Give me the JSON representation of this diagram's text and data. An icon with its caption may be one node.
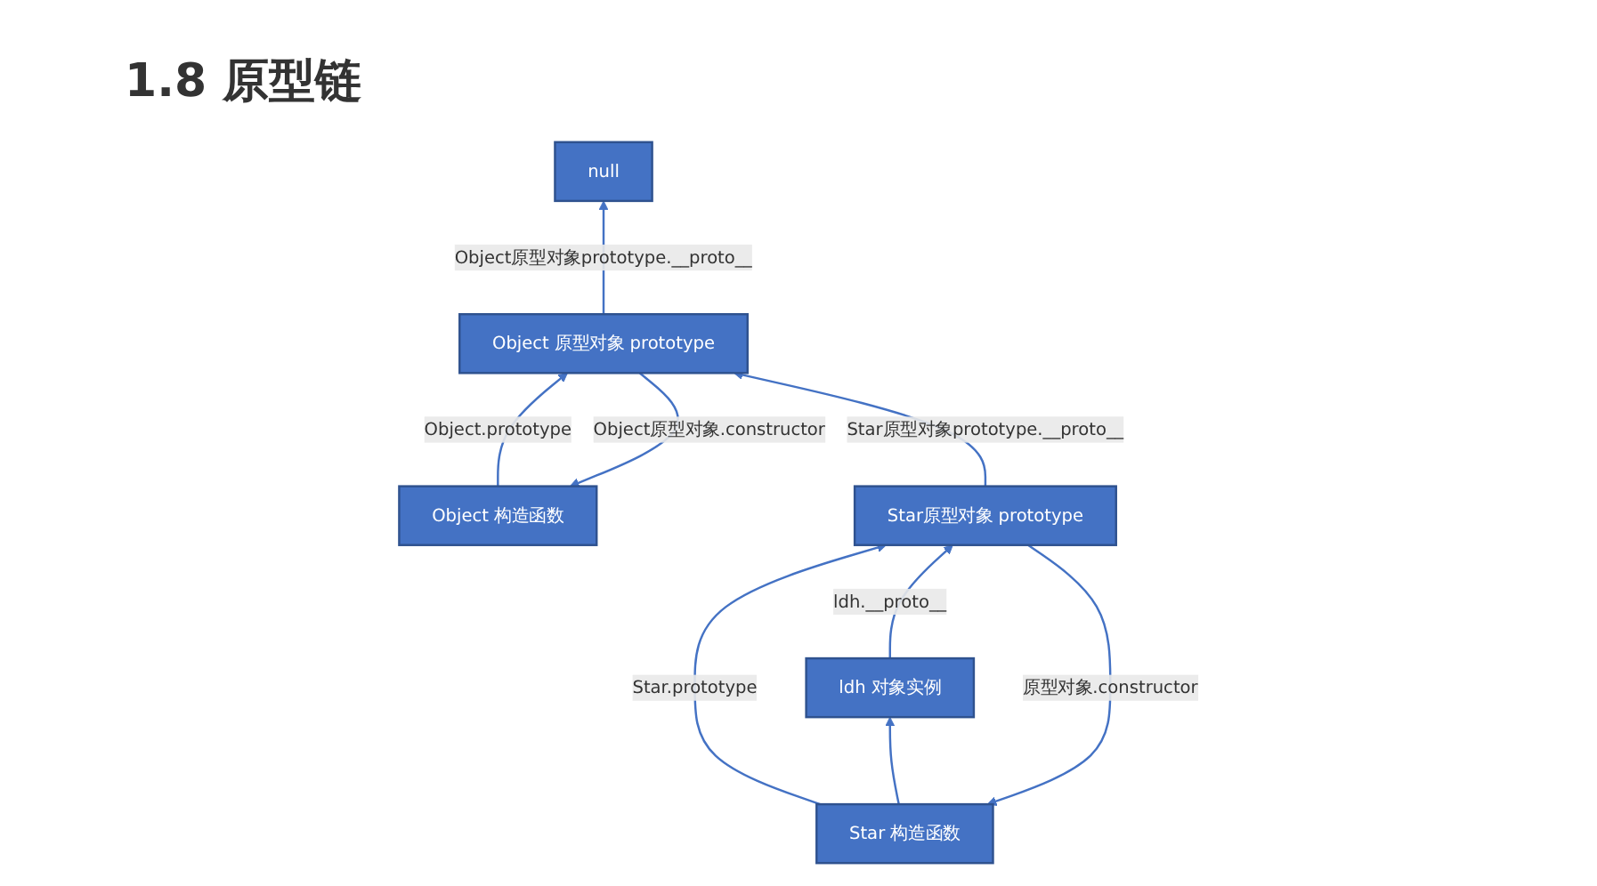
{
  "diagram": {
    "title": "1.8 原型链",
    "nodes": [
      {
        "text": [
          "null"
        ]
      },
      {
        "text": [
          "Object 构造函数"
        ]
      },
      {
        "text": [
          "Object 原型对象 prototype"
        ]
      },
      {
        "text": [
          "Star 构造函数"
        ]
      },
      {
        "text": [
          "Star原型对象 prototype"
        ]
      },
      {
        "text": [
          "ldh 对象实例"
        ]
      }
    ],
    "edges": [
      {
        "from": 1,
        "to": 2,
        "arrow": "to",
        "label": "Object.prototype"
      },
      {
        "from": 2,
        "to": 1,
        "arrow": "to",
        "label": "Object原型对象.constructor"
      },
      {
        "from": 2,
        "to": 0,
        "arrow": "to",
        "label": "Object原型对象prototype.__proto__"
      },
      {
        "from": 3,
        "to": 4,
        "arrow": "to",
        "label": "Star.prototype"
      },
      {
        "from": 4,
        "to": 3,
        "arrow": "to",
        "label": "原型对象.constructor"
      },
      {
        "from": 4,
        "to": 2,
        "arrow": "to",
        "label": "Star原型对象prototype.__proto__"
      },
      {
        "from": 3,
        "to": 5,
        "arrow": "to"
      },
      {
        "from": 5,
        "to": 4,
        "arrow": "to",
        "label": "ldh.__proto__"
      }
    ]
  }
}
